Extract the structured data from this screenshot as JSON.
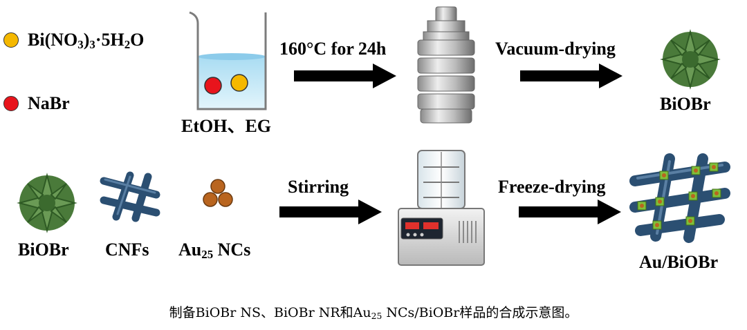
{
  "legend": {
    "bi_formula": {
      "a": "Bi(NO",
      "b": "3",
      "c": ")",
      "d": "3",
      "e": "·5H",
      "f": "2",
      "g": "O"
    },
    "nabr": "NaBr"
  },
  "steps": {
    "beaker_label": "EtOH、EG",
    "arrow1_label": "160°C for 24h",
    "arrow2_label": "Vacuum-drying",
    "product1_label": "BiOBr",
    "reagent_biobr": "BiOBr",
    "reagent_cnfs": "CNFs",
    "reagent_au": {
      "a": "Au",
      "b": "25",
      "c": " NCs"
    },
    "arrow3_label": "Stirring",
    "arrow4_label": "Freeze-drying",
    "product2_label": "Au/BiOBr"
  },
  "caption": {
    "a": "制备BiOBr NS、BiOBr NR和Au",
    "b": "25",
    "c": " NCs/BiOBr样品的合成示意图。"
  },
  "colors": {
    "bi_dot": "#f5b800",
    "nabr_dot": "#e8141c",
    "cnf": "#2b4f72",
    "flower": "#4a7a3a",
    "au": "#b9651f"
  }
}
